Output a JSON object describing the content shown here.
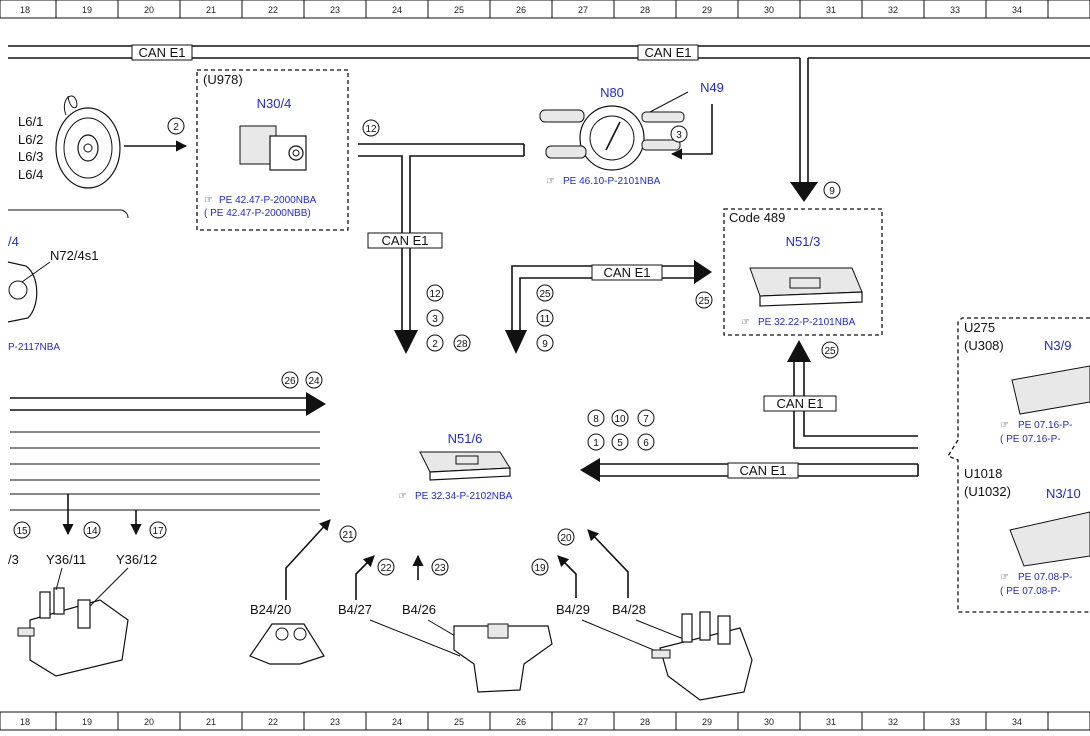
{
  "ruler_numbers": [
    "18",
    "19",
    "20",
    "21",
    "22",
    "23",
    "24",
    "25",
    "26",
    "27",
    "28",
    "29",
    "30",
    "31",
    "32",
    "33",
    "34"
  ],
  "bus_label": "CAN E1",
  "components": {
    "n30_4": {
      "group": "(U978)",
      "name": "N30/4",
      "ref1": "PE 42.47-P-2000NBA",
      "ref2": "(     PE 42.47-P-2000NBB)"
    },
    "n80": {
      "name": "N80",
      "ref": "PE 46.10-P-2101NBA"
    },
    "n49": {
      "name": "N49"
    },
    "n51_3": {
      "group": "Code 489",
      "name": "N51/3",
      "ref": "PE 32.22-P-2101NBA"
    },
    "n51_6": {
      "name": "N51/6",
      "ref": "PE 32.34-P-2102NBA"
    },
    "n3_9": {
      "group1": "U275",
      "group2": "(U308)",
      "name": "N3/9",
      "ref1": "PE 07.16-P-",
      "ref2": "(     PE 07.16-P-"
    },
    "n3_10": {
      "group1": "U1018",
      "group2": "(U1032)",
      "name": "N3/10",
      "ref1": "PE 07.08-P-",
      "ref2": "(     PE 07.08-P-"
    },
    "n72_4": {
      "name_partial": "/4",
      "name": "N72/4s1",
      "ref": "P-2117NBA"
    },
    "wheel_labels": [
      "L6/1",
      "L6/2",
      "L6/3",
      "L6/4"
    ],
    "valves": [
      "/3",
      "Y36/11",
      "Y36/12"
    ],
    "sensors": [
      "B24/20",
      "B4/27",
      "B4/26",
      "B4/29",
      "B4/28"
    ]
  },
  "callouts": {
    "c2": "2",
    "c12a": "12",
    "c3a": "3",
    "c9a": "9",
    "c12b": "12",
    "c3b": "3",
    "c2b": "2",
    "c28": "28",
    "c25a": "25",
    "c11": "11",
    "c9b": "9",
    "c25b": "25",
    "c25c": "25",
    "c26": "26",
    "c24": "24",
    "c8": "8",
    "c10": "10",
    "c7": "7",
    "c1": "1",
    "c5": "5",
    "c6": "6",
    "c15": "15",
    "c14": "14",
    "c17": "17",
    "c21": "21",
    "c22": "22",
    "c23": "23",
    "c19": "19",
    "c20": "20"
  }
}
